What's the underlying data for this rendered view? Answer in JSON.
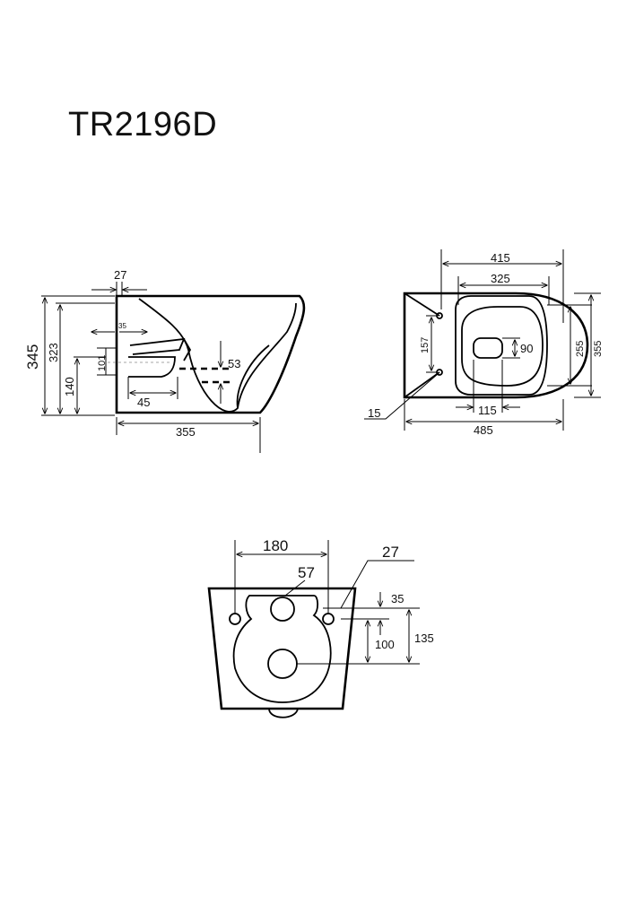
{
  "title": "TR2196D",
  "side_view": {
    "dims": {
      "top_offset": "27",
      "height_total": "345",
      "height_323": "323",
      "height_140": "140",
      "inlet_101": "101",
      "inlet_35": "35",
      "outlet_45": "45",
      "outlet_53": "53",
      "depth_355": "355"
    }
  },
  "top_view": {
    "dims": {
      "width_415": "415",
      "width_325": "325",
      "bolt_157": "157",
      "hole_90": "90",
      "depth_255": "255",
      "depth_355": "355",
      "offset_15": "15",
      "spacing_115": "115",
      "length_485": "485"
    }
  },
  "back_view": {
    "dims": {
      "bolt_spacing_180": "180",
      "inlet_57": "57",
      "bolt_27": "27",
      "offset_35": "35",
      "height_100": "100",
      "height_135": "135"
    }
  }
}
